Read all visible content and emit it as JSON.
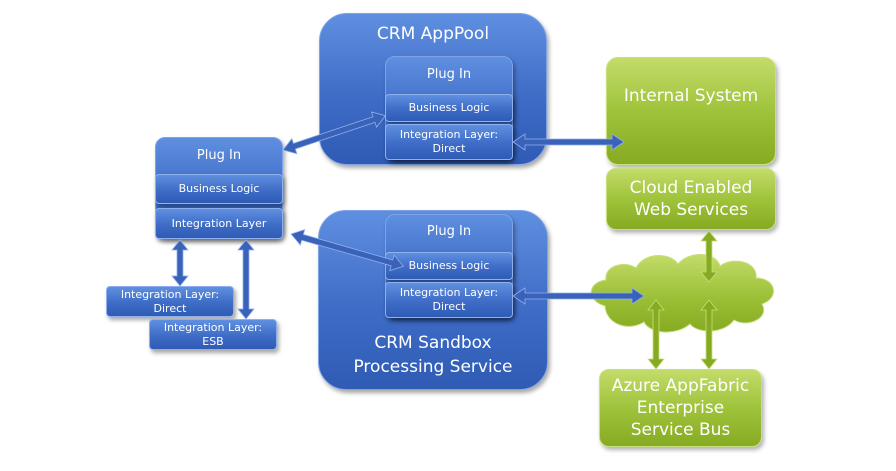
{
  "crm_apppool": {
    "title": "CRM AppPool",
    "plugin": {
      "title": "Plug In",
      "business_logic": "Business Logic",
      "integration_line1": "Integration Layer:",
      "integration_line2": "Direct"
    }
  },
  "crm_sandbox": {
    "title_line1": "CRM Sandbox",
    "title_line2": "Processing Service",
    "plugin": {
      "title": "Plug In",
      "business_logic": "Business Logic",
      "integration_line1": "Integration Layer:",
      "integration_line2": "Direct"
    }
  },
  "left_plugin": {
    "title": "Plug In",
    "business_logic": "Business Logic",
    "integration_layer": "Integration Layer"
  },
  "left_direct": {
    "line1": "Integration Layer:",
    "line2": "Direct"
  },
  "left_esb": {
    "line1": "Integration Layer:",
    "line2": "ESB"
  },
  "internal_system": "Internal System",
  "cloud_services": {
    "line1": "Cloud Enabled",
    "line2": "Web Services"
  },
  "azure": {
    "line1": "Azure AppFabric",
    "line2": "Enterprise",
    "line3": "Service Bus"
  },
  "colors": {
    "blue": "#3e6cc6",
    "green": "#9fc33b",
    "arrow_blue": "#3a62b8",
    "arrow_green": "#86ab22"
  }
}
